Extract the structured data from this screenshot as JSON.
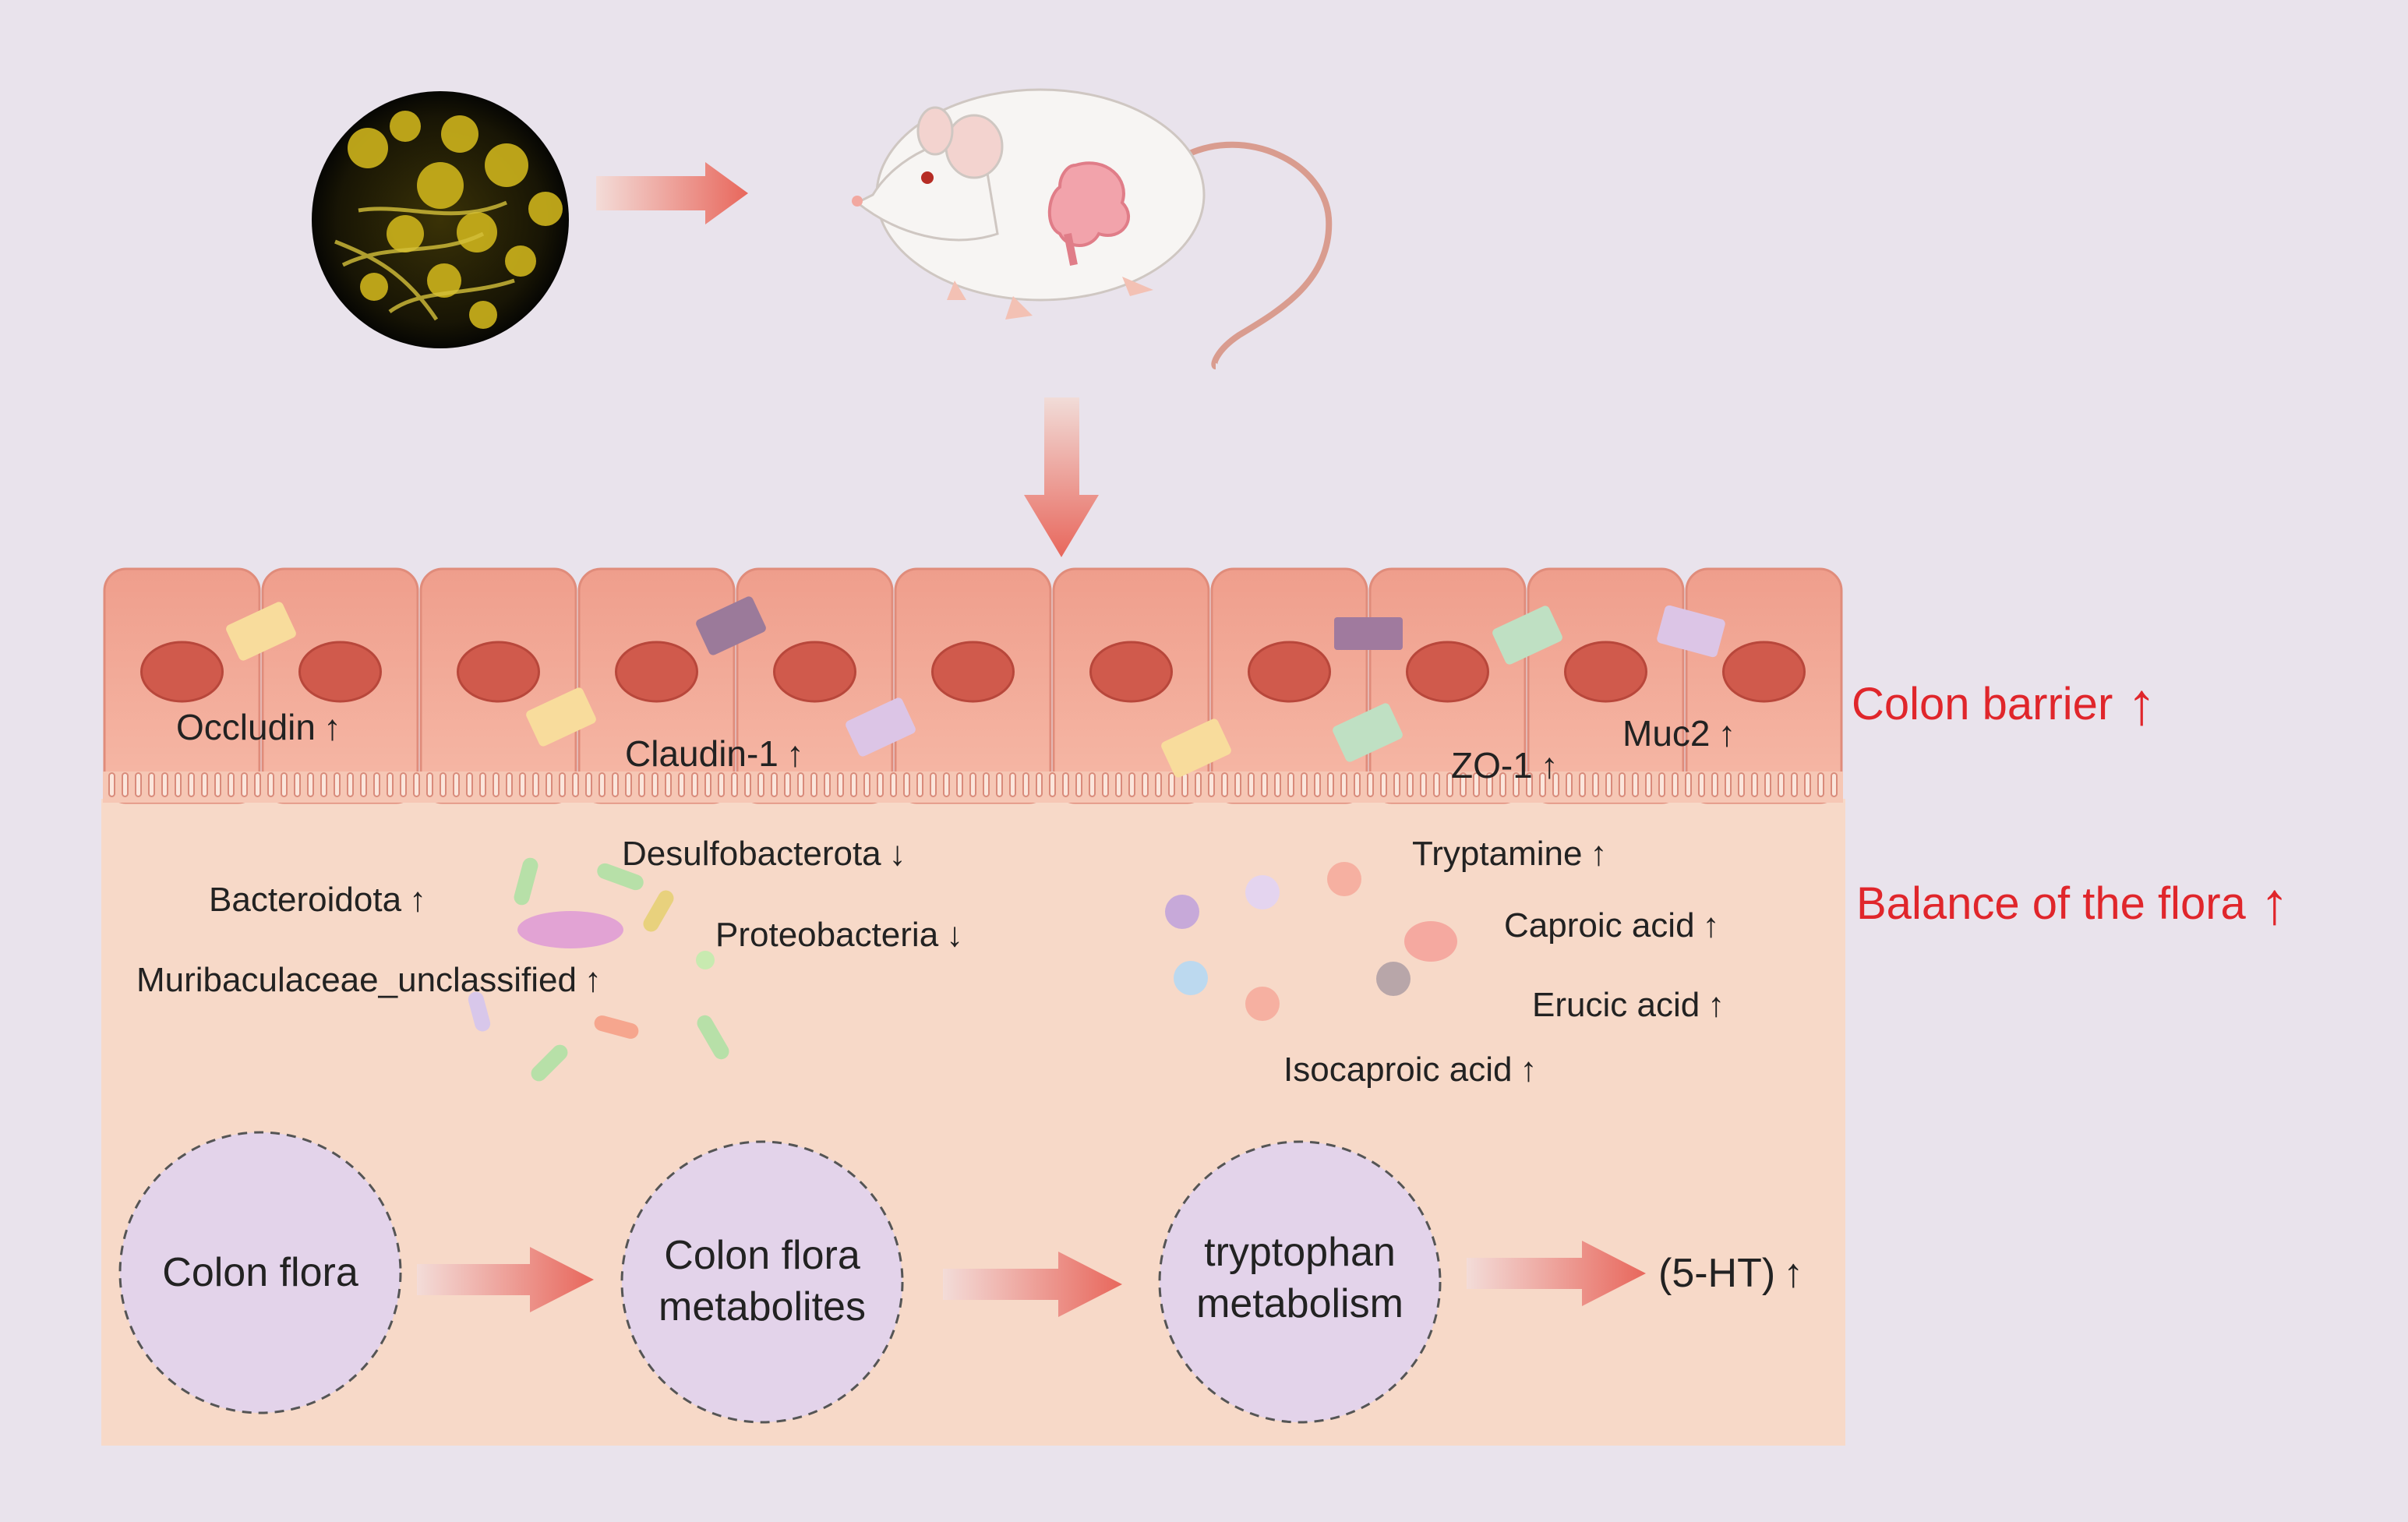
{
  "proteins": {
    "occludin": "Occludin",
    "claudin": "Claudin-1",
    "zo1": "ZO-1",
    "muc2": "Muc2"
  },
  "flora": {
    "bacteroidota": "Bacteroidota",
    "muribaculaceae": "Muribaculaceae_unclassified",
    "desulfobacterota": "Desulfobacterota",
    "proteobacteria": "Proteobacteria"
  },
  "metabolites": {
    "tryptamine": "Tryptamine",
    "caproic": "Caproic acid",
    "erucic": "Erucic acid",
    "isocaproic": "Isocaproic acid"
  },
  "effects": {
    "colon_barrier": "Colon barrier",
    "balance_flora": "Balance of the flora"
  },
  "pathway": {
    "step1": "Colon flora",
    "step2_line1": "Colon flora",
    "step2_line2": "metabolites",
    "step3_line1": "tryptophan",
    "step3_line2": "metabolism",
    "result": "(5-HT)"
  },
  "symbols": {
    "up": "↑",
    "down": "↓"
  },
  "colors": {
    "background": "#e9e3ec",
    "tissue": "#f7d9c8",
    "cell": "#efaa97",
    "nucleus": "#d05a4c",
    "arrow": "#e8675c",
    "accent_text": "#e0262b",
    "pathway_circle": "#e3d3ea"
  },
  "icons": [
    "fungus-micrograph-icon",
    "mouse-with-intestine-icon",
    "bacteria-icon",
    "metabolite-dot-icon",
    "fat-arrow-icon"
  ]
}
